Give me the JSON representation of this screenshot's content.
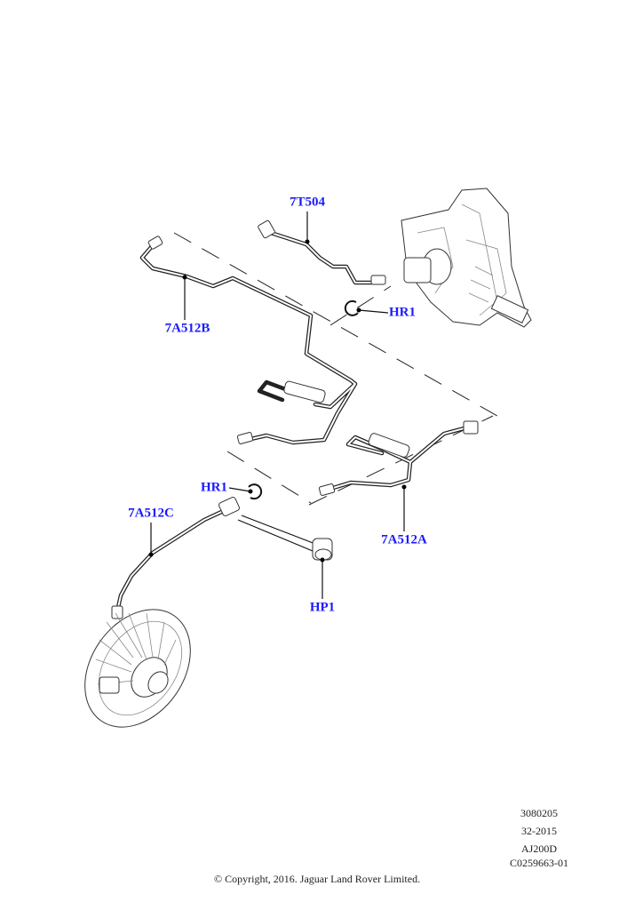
{
  "diagram": {
    "callouts": [
      {
        "id": "7T504",
        "label": "7T504"
      },
      {
        "id": "7A512B",
        "label": "7A512B"
      },
      {
        "id": "HR1_upper",
        "label": "HR1"
      },
      {
        "id": "HR1_lower",
        "label": "HR1"
      },
      {
        "id": "7A512C",
        "label": "7A512C"
      },
      {
        "id": "7A512A",
        "label": "7A512A"
      },
      {
        "id": "HP1",
        "label": "HP1"
      }
    ],
    "callout_color": "#1a1aff"
  },
  "footer": {
    "codes": [
      "3080205",
      "32-2015",
      "AJ200D",
      "C0259663-01"
    ],
    "copyright": "© Copyright, 2016. Jaguar Land Rover Limited."
  }
}
